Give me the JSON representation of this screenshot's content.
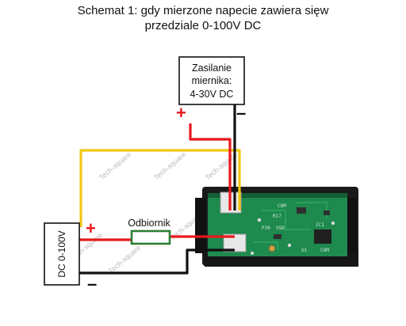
{
  "title": {
    "line1": "Schemat 1: gdy mierzone napecie zawiera sięw",
    "line2": "przedziale 0-100V DC"
  },
  "supply_box": {
    "line1": "Zasilanie",
    "line2": "miernika:",
    "line3": "4-30V DC"
  },
  "source_box": {
    "label": "DC 0-100V"
  },
  "load": {
    "label": "Odbiornik"
  },
  "polarity": {
    "plus_top": "+",
    "minus_top": "–",
    "plus_left": "+",
    "minus_left": "–"
  },
  "watermark": {
    "text": "Tech-square"
  },
  "pcb_labels": {
    "a": "R17",
    "b": "P30",
    "c": "VSD",
    "d": "COM",
    "e": "IC1",
    "f": "U1",
    "g": "COM"
  },
  "colors": {
    "wire_red": "#e8191c",
    "wire_black": "#111111",
    "wire_yellow": "#f2c811",
    "pcb_green": "#1e8a4e",
    "module_frame": "#1a1a1a",
    "resistor_body": "#2e7d32"
  }
}
